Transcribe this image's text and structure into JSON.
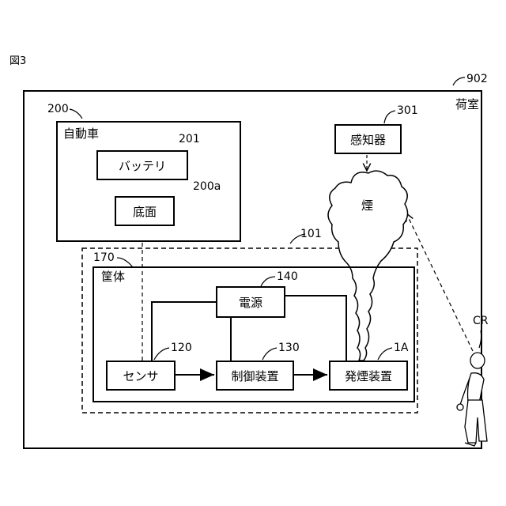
{
  "figure_label": "図3",
  "room": {
    "ref": "902",
    "name": "荷室"
  },
  "car": {
    "ref": "200",
    "name": "自動車",
    "battery": {
      "ref": "201",
      "label": "バッテリ"
    },
    "bottom": {
      "ref": "200a",
      "label": "底面"
    }
  },
  "detector": {
    "ref": "301",
    "label": "感知器"
  },
  "smoke_label": "煙",
  "device": {
    "ref": "101",
    "housing_ref": "170",
    "housing_label": "筐体",
    "power": {
      "ref": "140",
      "label": "電源"
    },
    "sensor": {
      "ref": "120",
      "label": "センサ"
    },
    "controller": {
      "ref": "130",
      "label": "制御装置"
    },
    "smoke_generator": {
      "ref": "1A",
      "label": "発煙装置"
    }
  },
  "person_ref": "CR"
}
